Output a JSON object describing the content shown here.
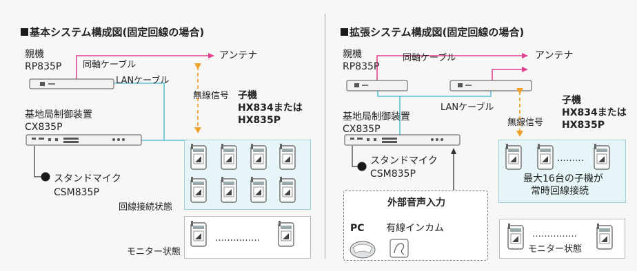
{
  "colors": {
    "antenna_arrow": "#e0428f",
    "lan_cable": "#5cc0d8",
    "wireless_signal": "#f0a02a",
    "cyan_box": "#e6f5f8"
  },
  "left": {
    "title": "基本システム構成図(固定回線の場合)",
    "parent_label": "親機",
    "parent_model": "RP835P",
    "coax_label": "同軸ケーブル",
    "antenna_label": "アンテナ",
    "lan_label": "LANケーブル",
    "wireless_label": "無線信号",
    "child_label": "子機",
    "child_model_1": "HX834または",
    "child_model_2": "HX835P",
    "controller_label": "基地局制御装置",
    "controller_model": "CX835P",
    "mic_label": "スタンドマイク",
    "mic_model": "CSM835P",
    "connected_label": "回線接続状態",
    "monitor_label": "モニター状態",
    "dots": "……………"
  },
  "right": {
    "title": "拡張システム構成図(固定回線の場合)",
    "parent_label": "親機",
    "parent_model": "RP835P",
    "coax_label": "同軸ケーブル",
    "antenna_label": "アンテナ",
    "lan_label": "LANケーブル",
    "wireless_label": "無線信号",
    "child_label": "子機",
    "child_model_1": "HX834または",
    "child_model_2": "HX835P",
    "controller_label": "基地局制御装置",
    "controller_model": "CX835P",
    "mic_label": "スタンドマイク",
    "mic_model": "CSM835P",
    "dots": "………",
    "max_line_1": "最大16台の子機が",
    "max_line_2": "常時回線接続",
    "external_label": "外部音声入力",
    "pc_label": "PC",
    "intercom_label": "有線インカム",
    "monitor_label": "モニター状態",
    "monitor_dots": "……………"
  }
}
